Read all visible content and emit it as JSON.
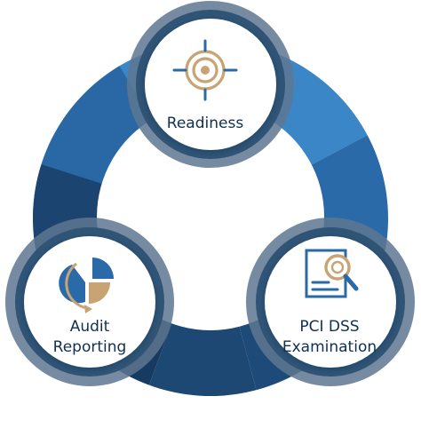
{
  "diagram": {
    "stages": [
      {
        "id": "readiness",
        "lines": [
          "Readiness"
        ],
        "icon": "target-crosshair-icon"
      },
      {
        "id": "pci-dss-examination",
        "lines": [
          "PCI DSS",
          "Examination"
        ],
        "icon": "document-magnifier-icon"
      },
      {
        "id": "audit-reporting",
        "lines": [
          "Audit",
          "Reporting"
        ],
        "icon": "pie-chart-arrow-icon"
      }
    ]
  },
  "colors": {
    "ring_light_blue": "#3b86c6",
    "ring_mid_blue": "#2a6aa8",
    "ring_dark_blue": "#1d4a79",
    "ring_navy": "#173a60",
    "node_halo": "#5e7790",
    "node_fill": "#ffffff",
    "icon_gold": "#c8a474",
    "icon_blue": "#2a6aa8",
    "label_text": "#0f3050"
  }
}
